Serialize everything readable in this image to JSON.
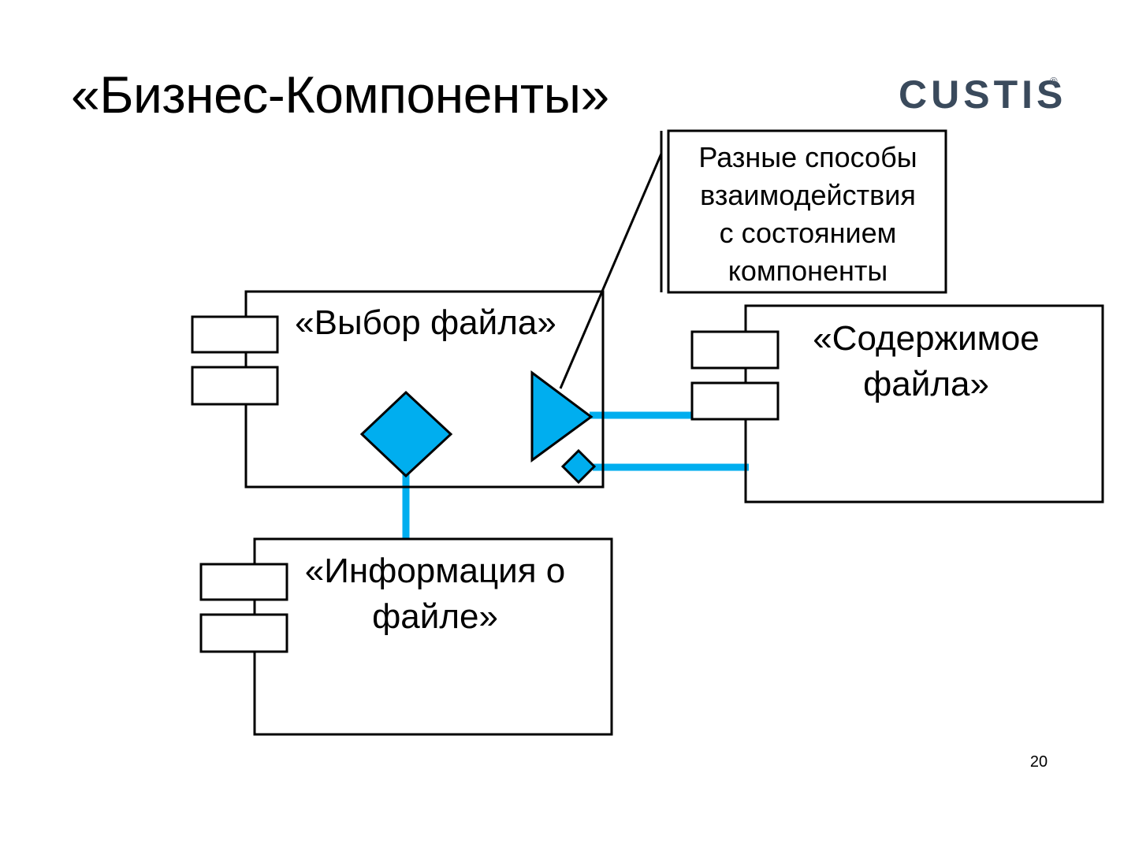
{
  "slide": {
    "title": "«Бизнес-Компоненты»",
    "logo": "CUSTIS",
    "logo_mark": "®",
    "page_number": "20"
  },
  "components": {
    "file_choice": "«Выбор файла»",
    "file_content_line1": "«Содержимое",
    "file_content_line2": "файла»",
    "file_info_line1": "«Информация о",
    "file_info_line2": "файле»"
  },
  "note": {
    "line1": "Разные способы",
    "line2": "взаимодействия",
    "line3": "с состоянием",
    "line4": "компоненты"
  },
  "colors": {
    "accent": "#00aeef",
    "stroke": "#000000"
  }
}
